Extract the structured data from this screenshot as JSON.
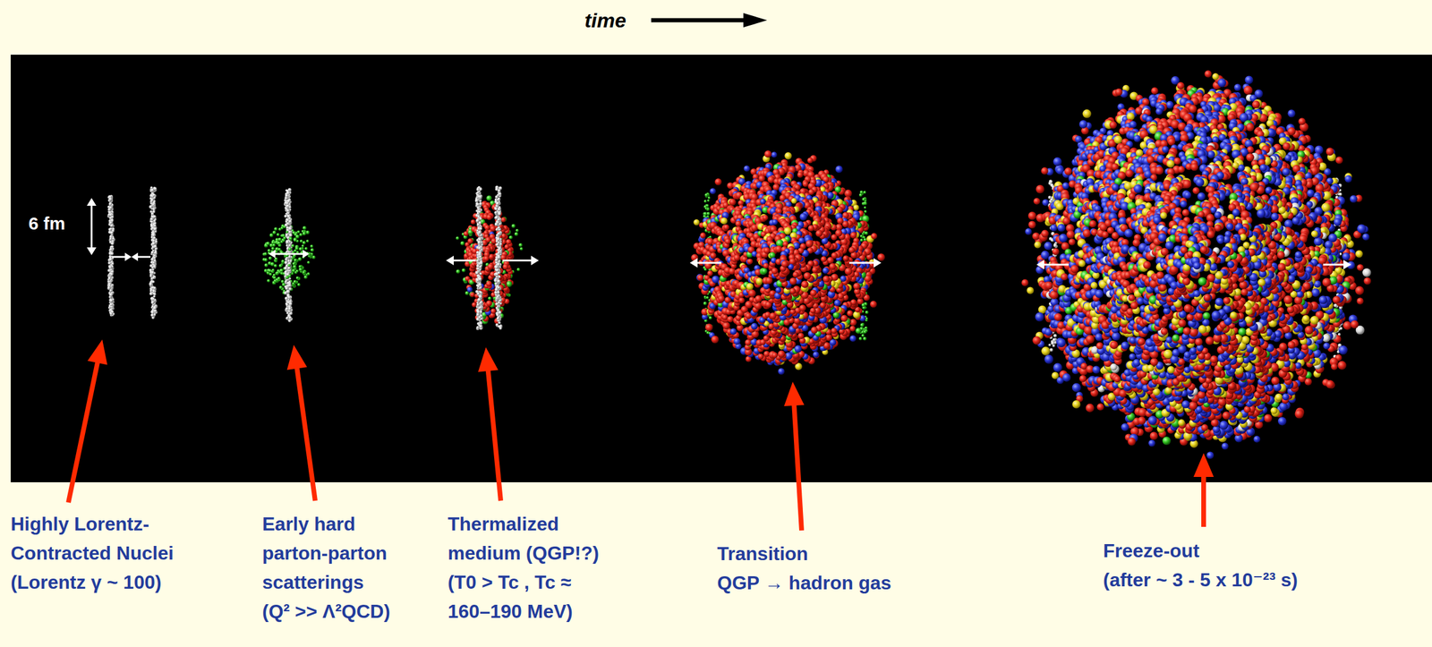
{
  "diagram": {
    "labels": [
      "time",
      "6 fm",
      "Highly Lorentz- Contracted Nuclei",
      "(Lorentz γ ~ 100)",
      "Early hard parton-parton scatterings",
      "(Q² >> Λ²QCD)",
      "Thermalized medium (QGP!?)",
      "(T0 > Tc , Tc ≈ 160–190 MeV)",
      "Transition",
      "QGP → hadron gas",
      "Freeze-out",
      "(after ~ 3 - 5 x 10⁻²³ s)"
    ]
  }
}
